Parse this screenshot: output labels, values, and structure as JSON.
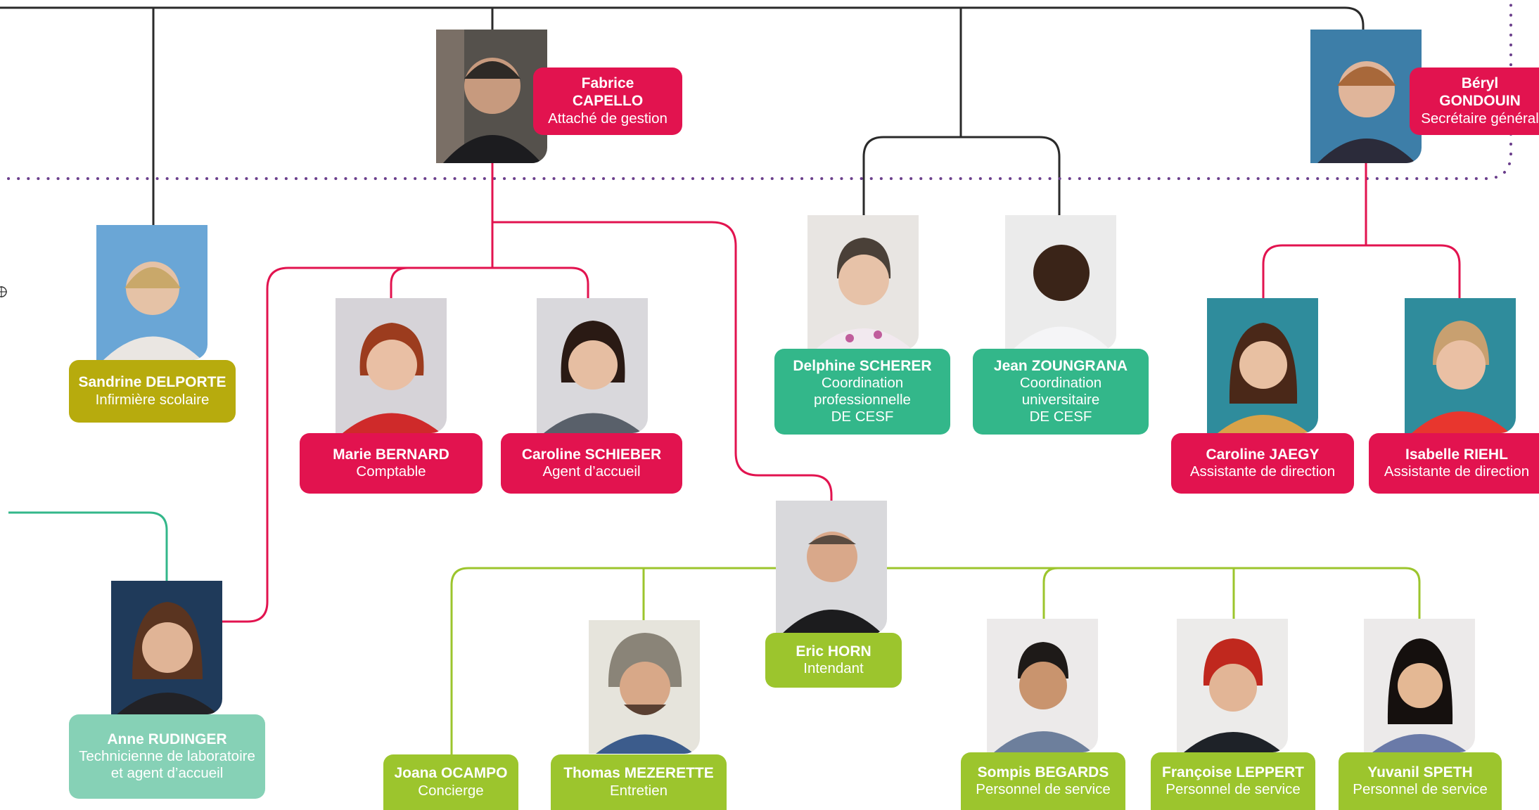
{
  "colors": {
    "pink": "#e2134f",
    "green": "#33b78a",
    "olive": "#b7ab0d",
    "mint": "#86d1b6",
    "lime": "#9cc52d",
    "dark_line": "#2a2a2a",
    "dotted_line": "#6b3f8c"
  },
  "people": {
    "capello": {
      "first": "Fabrice",
      "last": "CAPELLO",
      "role": "Attaché de gestion"
    },
    "gondouin": {
      "first": "Béryl",
      "last": "GONDOUIN",
      "role": "Secrétaire général"
    },
    "delporte": {
      "name": "Sandrine DELPORTE",
      "role": "Infirmière scolaire"
    },
    "bernard": {
      "name": "Marie BERNARD",
      "role": "Comptable"
    },
    "schieber": {
      "name": "Caroline SCHIEBER",
      "role": "Agent d’accueil"
    },
    "scherer": {
      "name": "Delphine SCHERER",
      "role_lines": [
        "Coordination",
        "professionnelle",
        "DE CESF"
      ]
    },
    "zoungrana": {
      "name": "Jean ZOUNGRANA",
      "role_lines": [
        "Coordination",
        "universitaire",
        "DE CESF"
      ]
    },
    "jaegy": {
      "name": "Caroline JAEGY",
      "role": "Assistante de direction"
    },
    "riehl": {
      "name": "Isabelle RIEHL",
      "role": "Assistante de direction"
    },
    "horn": {
      "name": "Eric HORN",
      "role": "Intendant"
    },
    "rudinger": {
      "name": "Anne RUDINGER",
      "role_lines": [
        "Technicienne de laboratoire",
        "et agent d’accueil"
      ]
    },
    "ocampo": {
      "name": "Joana OCAMPO",
      "role": "Concierge"
    },
    "mezerette": {
      "name": "Thomas MEZERETTE",
      "role": "Entretien"
    },
    "begards": {
      "name": "Sompis BEGARDS",
      "role": "Personnel de service"
    },
    "leppert": {
      "name": "Françoise LEPPERT",
      "role": "Personnel de service"
    },
    "speth": {
      "name": "Yuvanil SPETH",
      "role": "Personnel de service"
    }
  }
}
